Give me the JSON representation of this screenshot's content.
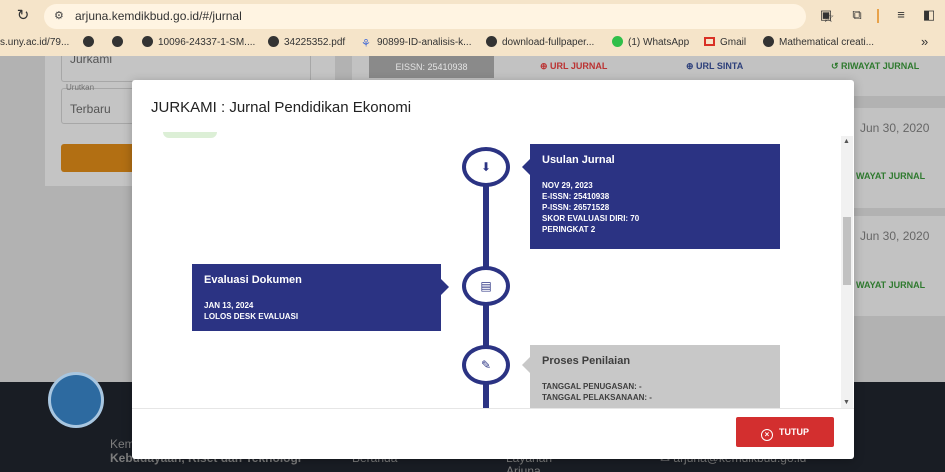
{
  "browser": {
    "url": "arjuna.kemdikbud.go.id/#/jurnal",
    "bookmarks": [
      {
        "label": "s.uny.ac.id/79..."
      },
      {
        "label": "10096-24337-1-SM...."
      },
      {
        "label": "34225352.pdf"
      },
      {
        "label": "90899-ID-analisis-k..."
      },
      {
        "label": "download-fullpaper..."
      },
      {
        "label": "(1) WhatsApp"
      },
      {
        "label": "Gmail"
      },
      {
        "label": "Mathematical creati..."
      }
    ]
  },
  "background": {
    "filter_value_1": "Jurkami",
    "sort_label": "Urutkan",
    "sort_value": "Terbaru",
    "eissn_tab": "EISSN: 25410938",
    "tab_url_jurnal": "URL JURNAL",
    "tab_url_sinta": "URL SINTA",
    "tab_riwayat": "RIWAYAT JURNAL",
    "rows": [
      {
        "date": "Jun 30, 2020",
        "riwayat": "WAYAT JURNAL"
      },
      {
        "date": "Jun 30, 2020",
        "riwayat": "WAYAT JURNAL"
      }
    ],
    "footer": {
      "ministry_line1": "Kem",
      "ministry_line2": "Kebudayaan, Riset dan Teknologi",
      "nav1": "Beranda",
      "nav2": "Layanan",
      "nav3": "Arjuna",
      "email": "arjuna@kemdikbud.go.id"
    }
  },
  "modal": {
    "title": "JURKAMI : Jurnal Pendidikan Ekonomi",
    "close_label": "TUTUP",
    "timeline": [
      {
        "title": "Usulan Jurnal",
        "lines": [
          "NOV 29, 2023",
          "E-ISSN: 25410938",
          "P-ISSN: 26571528",
          "SKOR EVALUASI DIRI: 70",
          "PERINGKAT 2"
        ]
      },
      {
        "title": "Evaluasi Dokumen",
        "lines": [
          "JAN 13, 2024",
          "LOLOS DESK EVALUASI"
        ]
      },
      {
        "title": "Proses Penilaian",
        "lines": [
          "TANGGAL PENUGASAN: -",
          "TANGGAL PELAKSANAAN: -"
        ]
      }
    ]
  },
  "colors": {
    "timeline_blue": "#2b3383",
    "pending_grey": "#c8c8c8",
    "close_red": "#d32f2f",
    "chrome_bg": "#f5e4c9"
  }
}
